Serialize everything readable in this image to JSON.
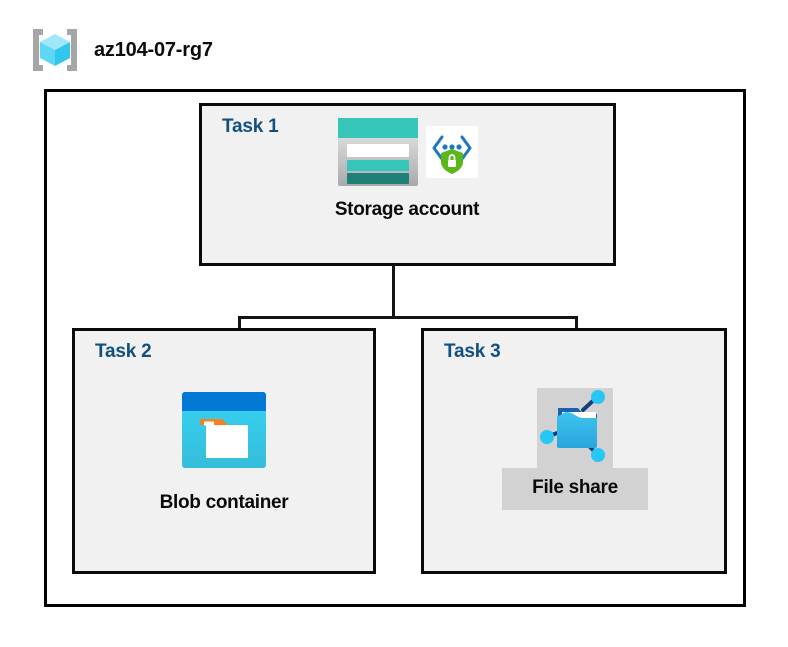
{
  "header": {
    "icon": "resource-group-icon",
    "title": "az104-07-rg7"
  },
  "diagram": {
    "type": "azure-architecture-diagram",
    "outer_container_name": "resource-group-boundary",
    "colors": {
      "task_label": "#12507f",
      "task_box_fill": "#f1f1f1",
      "box_border": "#0a0a0a",
      "connector": "#141414",
      "highlight": "#d2d2d2",
      "storage_teal": "#37c6ba",
      "storage_teal_dark": "#1e8076",
      "blob_blue": "#0078d4",
      "blob_cyan": "#32c8f0",
      "blob_orange": "#f58220",
      "fileshare_cyan": "#30b4e8",
      "shield_green": "#5bb71b",
      "chevron_blue": "#1f77c4"
    },
    "tasks": [
      {
        "id": "task1",
        "label": "Task 1",
        "node_caption": "Storage account",
        "icons": [
          "storage-account-icon",
          "secure-access-shield-icon"
        ],
        "highlighted": false
      },
      {
        "id": "task2",
        "label": "Task 2",
        "node_caption": "Blob container",
        "icons": [
          "blob-container-icon"
        ],
        "highlighted": false
      },
      {
        "id": "task3",
        "label": "Task 3",
        "node_caption": "File share",
        "icons": [
          "file-share-icon"
        ],
        "highlighted": true
      }
    ],
    "connections": [
      {
        "from": "Storage account",
        "to": "Blob container"
      },
      {
        "from": "Storage account",
        "to": "File share"
      }
    ]
  }
}
